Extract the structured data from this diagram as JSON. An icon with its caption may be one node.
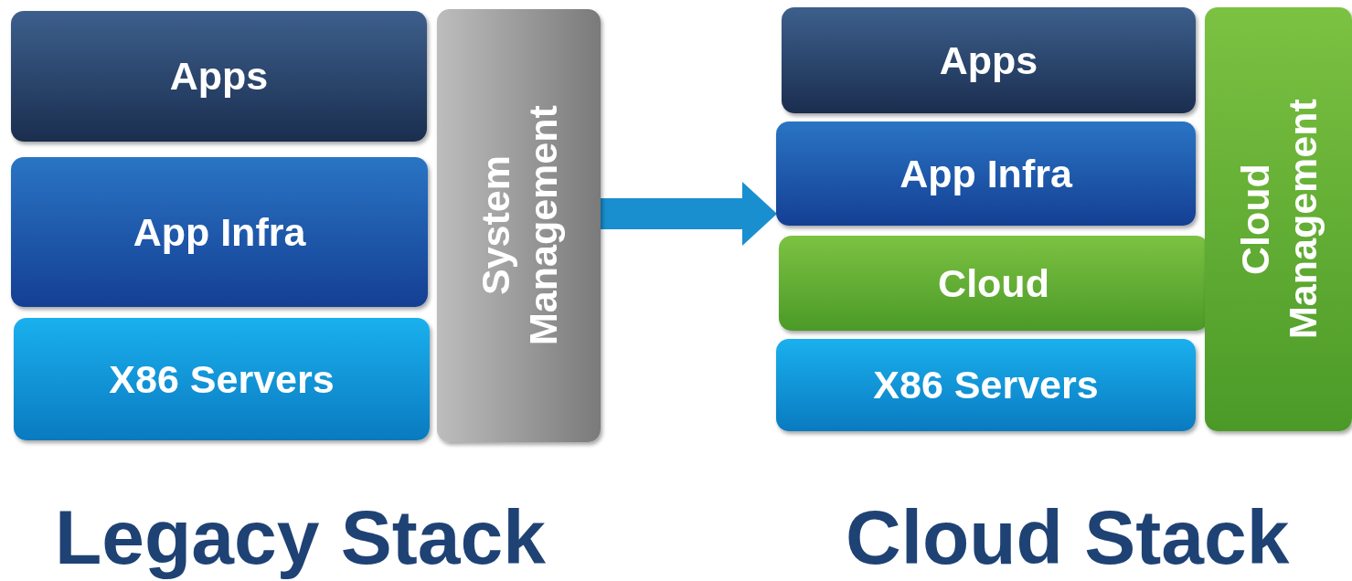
{
  "diagram": {
    "nodes": [
      {
        "text": [
          "Legacy Stack"
        ]
      },
      {
        "text": [
          "Apps"
        ],
        "in": 0
      },
      {
        "text": [
          "App Infra"
        ],
        "in": 0
      },
      {
        "text": [
          "X86 Servers"
        ],
        "in": 0
      },
      {
        "text": [
          "System Management"
        ],
        "in": 0
      },
      {
        "text": [
          "Cloud Stack"
        ]
      },
      {
        "text": [
          "Apps"
        ],
        "in": 5
      },
      {
        "text": [
          "App Infra"
        ],
        "in": 5
      },
      {
        "text": [
          "Cloud"
        ],
        "in": 5
      },
      {
        "text": [
          "X86 Servers"
        ],
        "in": 5
      },
      {
        "text": [
          "Cloud Management"
        ],
        "in": 5
      }
    ],
    "edges": [
      {
        "from": 4,
        "to": 7,
        "arrow": "to"
      }
    ]
  }
}
